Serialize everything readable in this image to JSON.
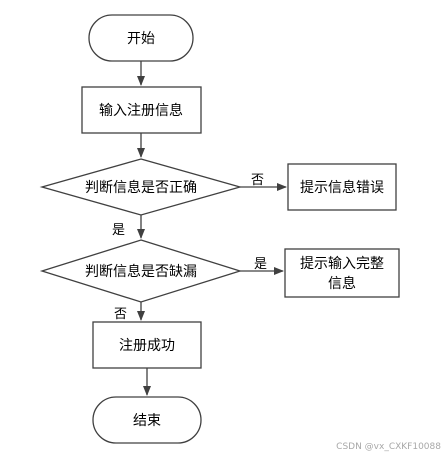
{
  "nodes": {
    "start": "开始",
    "input": "输入注册信息",
    "check_correct": "判断信息是否正确",
    "error_tip": "提示信息错误",
    "check_missing": "判断信息是否缺漏",
    "complete_tip_line1": "提示输入完整",
    "complete_tip_line2": "信息",
    "success": "注册成功",
    "end": "结束"
  },
  "edge_labels": {
    "correct_no": "否",
    "correct_yes": "是",
    "missing_yes": "是",
    "missing_no": "否"
  },
  "watermark": "CSDN @vx_CXKF10088",
  "colors": {
    "stroke": "#404040",
    "node_fill": "#ffffff",
    "background": "#ffffff"
  }
}
